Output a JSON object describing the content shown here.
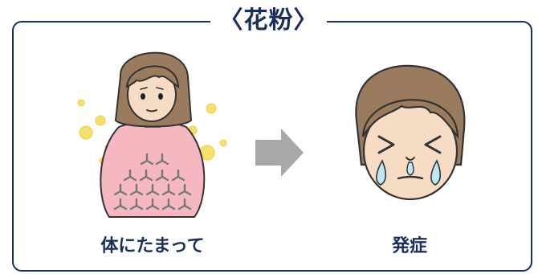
{
  "header": {
    "title": "〈花粉〉"
  },
  "panels": {
    "left": {
      "caption": "体にたまって",
      "illustration": "woman-accumulating-pollen"
    },
    "right": {
      "caption": "発症",
      "illustration": "sneezing-crying-face"
    }
  },
  "arrow": {
    "icon": "right-arrow-icon"
  },
  "colors": {
    "frame": "#1b2e5c",
    "text": "#1b2e5c",
    "hair": "#9a7b5e",
    "skin": "#f6dcc4",
    "body": "#f5b8c0",
    "pollen": "#f4e06a",
    "arrow": "#a8a8a8"
  }
}
